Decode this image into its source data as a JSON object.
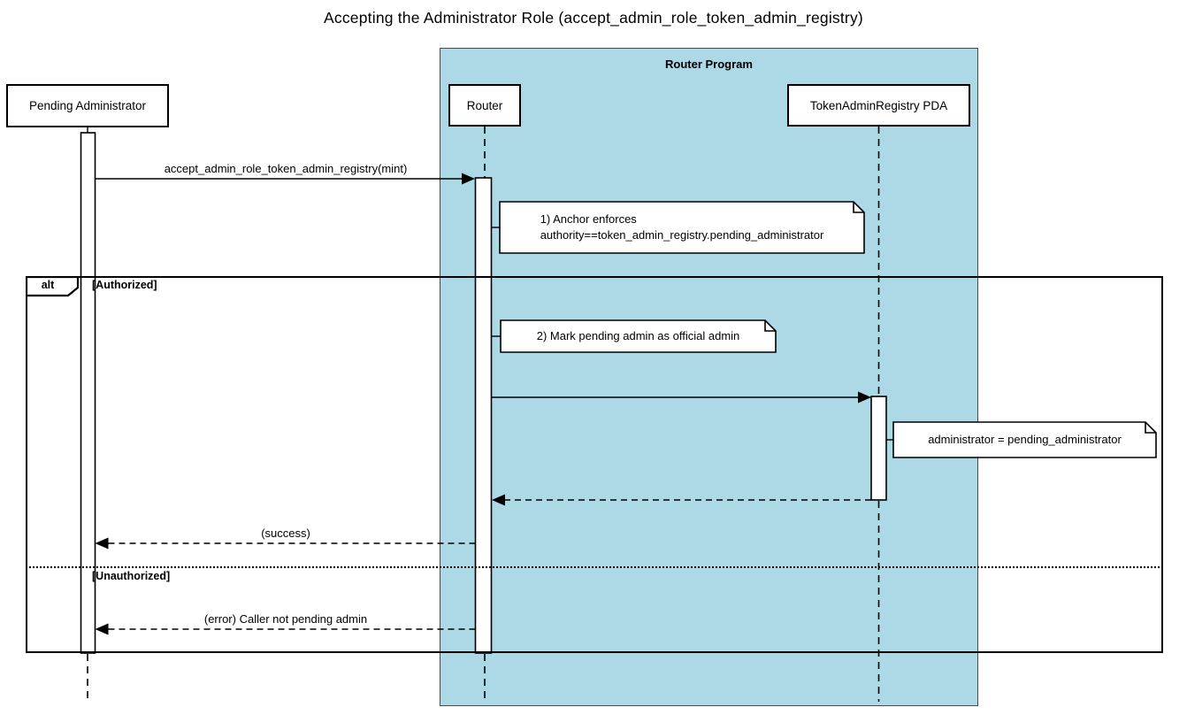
{
  "title": "Accepting the Administrator Role (accept_admin_role_token_admin_registry)",
  "container": {
    "label": "Router Program",
    "fill_color": "#ADD8E6",
    "border_color": "#4A4A4A"
  },
  "participants": {
    "pending_admin": "Pending Administrator",
    "router": "Router",
    "registry_pda": "TokenAdminRegistry PDA"
  },
  "messages": {
    "call": "accept_admin_role_token_admin_registry(mint)",
    "success": "(success)",
    "error": "(error) Caller not pending admin"
  },
  "notes": {
    "anchor_line1": "1) Anchor enforces",
    "anchor_line2": "authority==token_admin_registry.pending_administrator",
    "mark": "2) Mark pending admin as official admin",
    "assign": "administrator = pending_administrator"
  },
  "alt_frame": {
    "operator": "alt",
    "guard_authorized": "[Authorized]",
    "guard_unauthorized": "[Unauthorized]"
  }
}
